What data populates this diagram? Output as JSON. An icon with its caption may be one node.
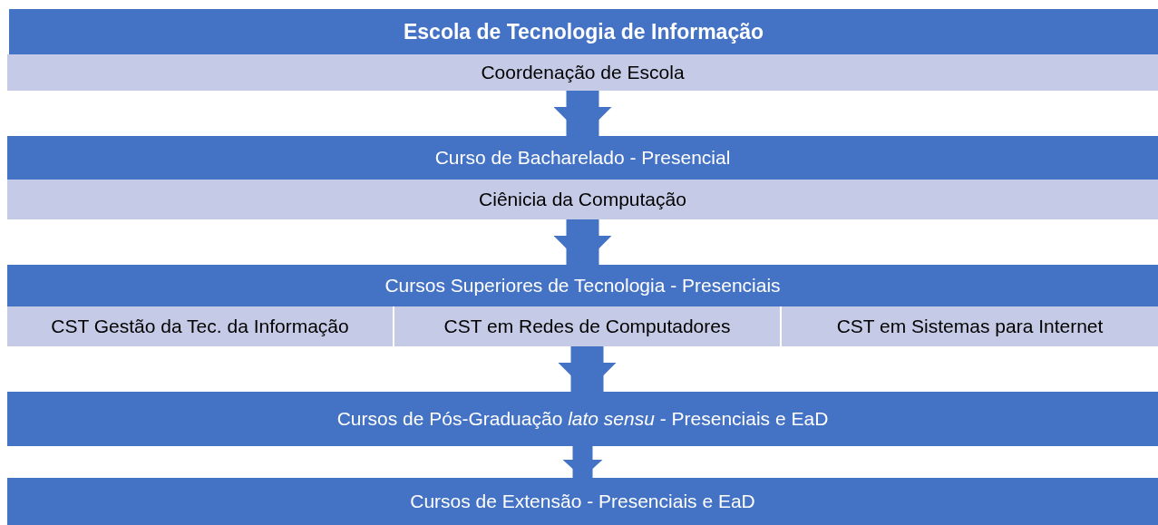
{
  "diagram": {
    "nodes": [
      {
        "text": [
          "Escola de Tecnologia de Informação"
        ]
      },
      {
        "text": [
          "Coordenação de Escola"
        ]
      },
      {
        "text": [
          "Curso de Bacharelado - Presencial"
        ]
      },
      {
        "text": [
          "Ciênicia da Computação"
        ]
      },
      {
        "text": [
          "Cursos Superiores de Tecnologia - Presenciais"
        ]
      },
      {
        "text": [
          "CST Gestão da Tec. da Informação"
        ]
      },
      {
        "text": [
          "CST em Redes de Computadores"
        ]
      },
      {
        "text": [
          "CST em Sistemas para Internet"
        ]
      },
      {
        "text": [
          "Cursos de Pós-Graduação *lato sensu* - Presenciais e EaD"
        ]
      },
      {
        "text": [
          "Cursos de Extensão - Presenciais e EaD"
        ]
      }
    ],
    "edges": [
      {
        "from": 1,
        "to": 2,
        "arrow": "to"
      },
      {
        "from": 3,
        "to": 4,
        "arrow": "to"
      },
      {
        "from": 6,
        "to": 8,
        "arrow": "to"
      },
      {
        "from": 8,
        "to": 9,
        "arrow": "to"
      }
    ]
  }
}
